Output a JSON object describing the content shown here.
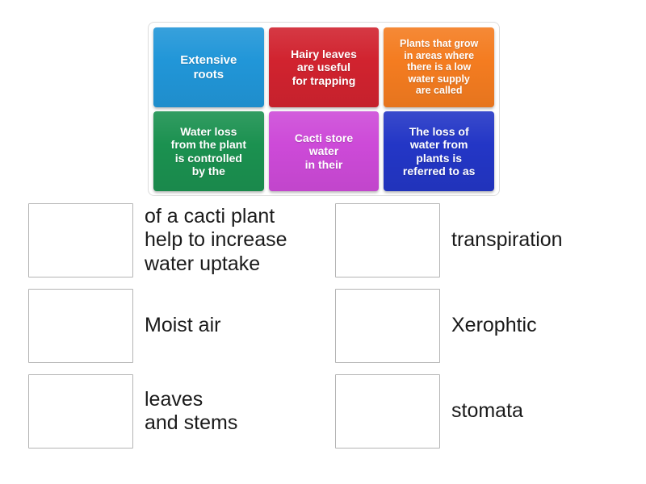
{
  "activity": {
    "type": "match-up",
    "tiles_panel": {
      "tiles": [
        {
          "id": "tile-1",
          "label": "Extensive\nroots",
          "color": "#2196d8",
          "size": "lg"
        },
        {
          "id": "tile-2",
          "label": "Hairy leaves\nare useful\nfor trapping",
          "color": "#d1232f",
          "size": "md"
        },
        {
          "id": "tile-3",
          "label": "Plants that grow\nin areas where\nthere is a low\nwater supply\nare called",
          "color": "#f47c20",
          "size": "sm"
        },
        {
          "id": "tile-4",
          "label": "Water loss\nfrom the plant\nis controlled\nby the",
          "color": "#1b9150",
          "size": "md"
        },
        {
          "id": "tile-5",
          "label": "Cacti store\nwater\nin their",
          "color": "#cd4ad8",
          "size": "md"
        },
        {
          "id": "tile-6",
          "label": "The loss of\nwater from\nplants is\nreferred to as",
          "color": "#2336c6",
          "size": "md"
        }
      ]
    },
    "answers": {
      "left_column": [
        {
          "id": "drop-1",
          "text": "of a cacti plant\nhelp to increase\nwater uptake"
        },
        {
          "id": "drop-2",
          "text": "Moist air"
        },
        {
          "id": "drop-3",
          "text": "leaves\nand stems"
        }
      ],
      "right_column": [
        {
          "id": "drop-4",
          "text": "transpiration"
        },
        {
          "id": "drop-5",
          "text": "Xerophtic"
        },
        {
          "id": "drop-6",
          "text": "stomata"
        }
      ]
    },
    "colors": {
      "background": "#ffffff",
      "panel_border": "#dcdcdc",
      "dropzone_border": "#b4b4b4",
      "text": "#1a1a1a",
      "tile_text": "#ffffff"
    }
  }
}
